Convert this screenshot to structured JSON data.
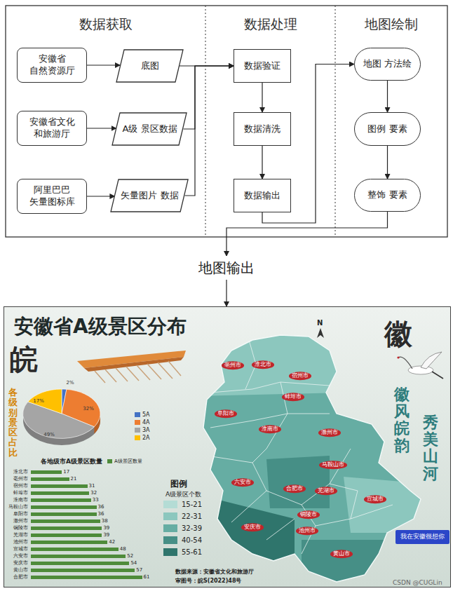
{
  "diagram": {
    "title": "安徽省A级景区分布",
    "nodes": [
      {
        "text": [
          "数据获取"
        ]
      },
      {
        "text": [
          "数据处理"
        ]
      },
      {
        "text": [
          "地图绘制"
        ]
      },
      {
        "text": [
          "安徽省 自然资源厅"
        ],
        "in": 0
      },
      {
        "text": [
          "底图"
        ],
        "in": 0
      },
      {
        "text": [
          "安徽省文化 和旅游厅"
        ],
        "in": 0
      },
      {
        "text": [
          "A级 景区数据"
        ],
        "in": 0
      },
      {
        "text": [
          "阿里巴巴 矢量图标库"
        ],
        "in": 0
      },
      {
        "text": [
          "矢量图片 数据"
        ],
        "in": 0
      },
      {
        "text": [
          "数据验证"
        ],
        "in": 1
      },
      {
        "text": [
          "数据清洗"
        ],
        "in": 1
      },
      {
        "text": [
          "数据输出"
        ],
        "in": 1
      },
      {
        "text": [
          "地图 方法绘"
        ],
        "in": 2
      },
      {
        "text": [
          "图例 要素"
        ],
        "in": 2
      },
      {
        "text": [
          "整饰 要素"
        ],
        "in": 2
      },
      {
        "text": [
          "地图输出"
        ]
      },
      {
        "text": [
          "安徽省A级景区分布"
        ]
      },
      {
        "text": [
          "我在安徽很想你"
        ],
        "in": 16
      }
    ],
    "edges": [
      {
        "from": 3,
        "to": 4,
        "arrow": "to"
      },
      {
        "from": 5,
        "to": 6,
        "arrow": "to"
      },
      {
        "from": 7,
        "to": 8,
        "arrow": "to"
      },
      {
        "from": 4,
        "to": 9,
        "arrow": "to"
      },
      {
        "from": 6,
        "to": 9,
        "arrow": "to"
      },
      {
        "from": 8,
        "to": 9,
        "arrow": "to"
      },
      {
        "from": 9,
        "to": 10,
        "arrow": "to"
      },
      {
        "from": 10,
        "to": 11,
        "arrow": "to"
      },
      {
        "from": 11,
        "to": 12,
        "arrow": "to"
      },
      {
        "from": 12,
        "to": 13,
        "arrow": "to"
      },
      {
        "from": 13,
        "to": 14,
        "arrow": "to"
      },
      {
        "from": 14,
        "to": 15,
        "arrow": "to"
      },
      {
        "from": 15,
        "to": 16,
        "arrow": "to"
      }
    ],
    "labels": [
      "皖",
      "徽",
      "N",
      "各级别景区占比",
      "2%",
      "32%",
      "49%",
      "17%",
      "各地级市A级景区数量",
      "淮北市",
      "亳州市",
      "宿州市",
      "蚌埠市",
      "淮南市",
      "马鞍山市",
      "阜阳市",
      "滁州市",
      "铜陵市",
      "芜湖市",
      "池州市",
      "宣城市",
      "六安市",
      "安庆市",
      "黄山市",
      "合肥市",
      "17",
      "21",
      "31",
      "32",
      "33",
      "36",
      "36",
      "38",
      "39",
      "39",
      "42",
      "48",
      "52",
      "54",
      "57",
      "61",
      "图例",
      "A级景区个数",
      "亳州市",
      "淮北市",
      "宿州市",
      "蚌埠市",
      "阜阳市",
      "淮南市",
      "滁州市",
      "马鞍山市",
      "六安市",
      "合肥市",
      "芜湖市",
      "宣城市",
      "铜陵市",
      "安庆市",
      "池州市",
      "黄山市",
      "徽风皖韵",
      "秀美山河",
      "数据来源：安徽省文化和旅游厅",
      "审图号：皖S(2022)48号",
      "CSDN @CUGLin"
    ],
    "legend": [
      {
        "text": "5A",
        "color": "#4472c4"
      },
      {
        "text": "4A",
        "color": "#ed7d31"
      },
      {
        "text": "3A",
        "color": "#a5a5a5"
      },
      {
        "text": "2A",
        "color": "#ffc000"
      },
      {
        "text": "A级景区数量",
        "color": "#4e8b3a"
      },
      {
        "text": "15-21",
        "color": "#b4dcd5"
      },
      {
        "text": "22-31",
        "color": "#8cc7be"
      },
      {
        "text": "32-39",
        "color": "#66ada3"
      },
      {
        "text": "40-54",
        "color": "#468f86"
      },
      {
        "text": "55-61",
        "color": "#2f756c"
      }
    ]
  }
}
